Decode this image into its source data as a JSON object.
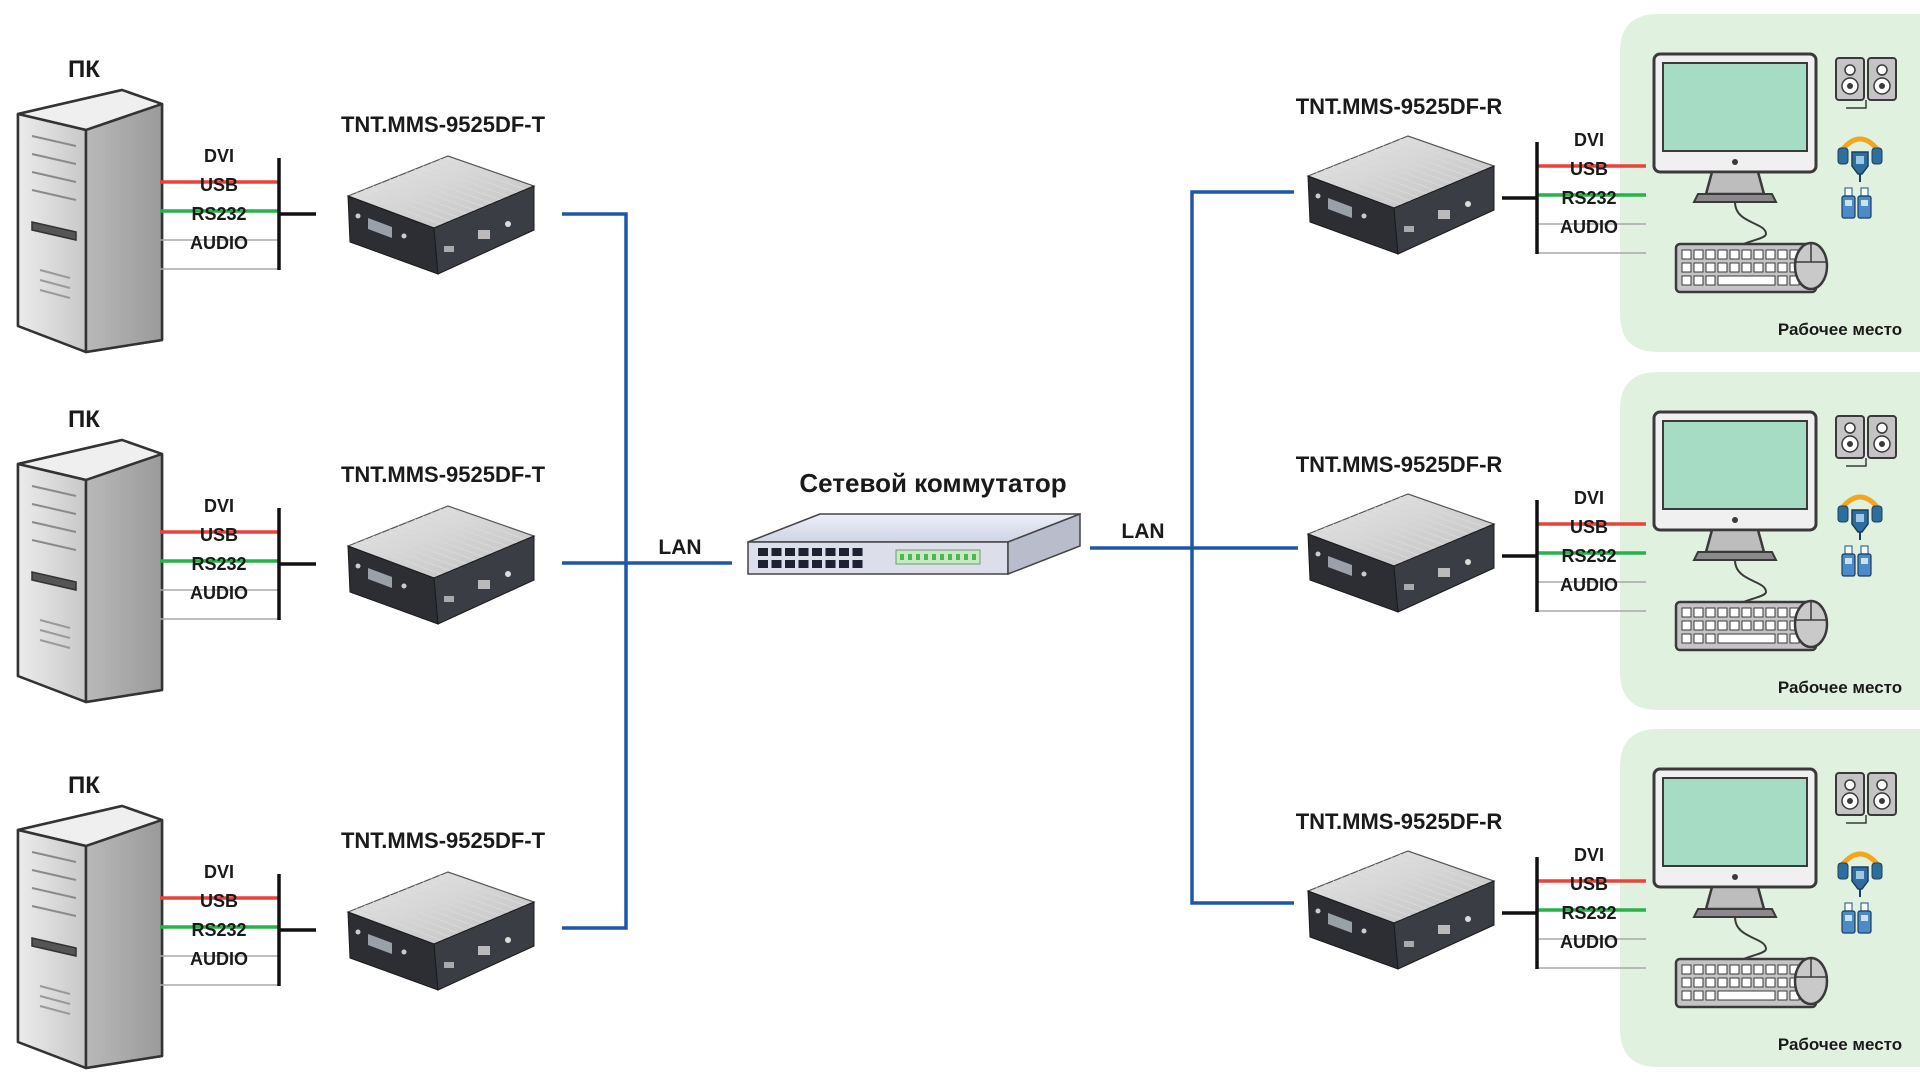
{
  "colors": {
    "dvi": "#e8443a",
    "usb": "#26b34a",
    "lan": "#1f56a8",
    "workstation_bg": "#e1f1e0",
    "monitor_screen": "#a6dcc4"
  },
  "switch": {
    "label": "Сетевой коммутатор",
    "icon": "network-switch-icon"
  },
  "lan_left": "LAN",
  "lan_right": "LAN",
  "sources": [
    {
      "pc_label": "ПК",
      "transmitter": "TNT.MMS-9525DF-T",
      "signals": [
        "DVI",
        "USB",
        "RS232",
        "AUDIO"
      ]
    },
    {
      "pc_label": "ПК",
      "transmitter": "TNT.MMS-9525DF-T",
      "signals": [
        "DVI",
        "USB",
        "RS232",
        "AUDIO"
      ]
    },
    {
      "pc_label": "ПК",
      "transmitter": "TNT.MMS-9525DF-T",
      "signals": [
        "DVI",
        "USB",
        "RS232",
        "AUDIO"
      ]
    }
  ],
  "workstations": [
    {
      "receiver": "TNT.MMS-9525DF-R",
      "signals": [
        "DVI",
        "USB",
        "RS232",
        "AUDIO"
      ],
      "label": "Рабочее место"
    },
    {
      "receiver": "TNT.MMS-9525DF-R",
      "signals": [
        "DVI",
        "USB",
        "RS232",
        "AUDIO"
      ],
      "label": "Рабочее место"
    },
    {
      "receiver": "TNT.MMS-9525DF-R",
      "signals": [
        "DVI",
        "USB",
        "RS232",
        "AUDIO"
      ],
      "label": "Рабочее место"
    }
  ]
}
